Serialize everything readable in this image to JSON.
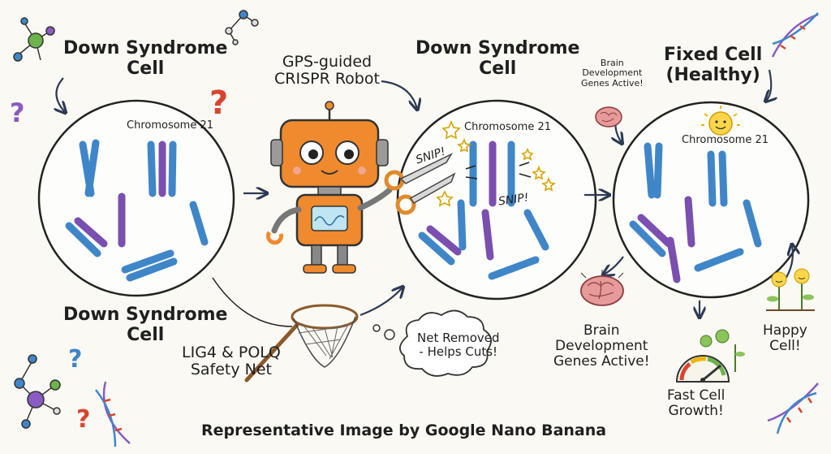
{
  "labels": {
    "ds_cell_top": [
      "Down Syndrome",
      "Cell"
    ],
    "ds_cell_bottom": [
      "Down Syndrome",
      "Cell"
    ],
    "ds_cell_middle": [
      "Down Syndrome",
      "Cell"
    ],
    "robot": [
      "GPS-guided",
      "CRISPR Robot"
    ],
    "fixed_cell": [
      "Fixed Cell",
      "(Healthy)"
    ],
    "chromosome": "Chromosome 21",
    "snip": "SNIP!",
    "brain_small": [
      "Brain",
      "Development",
      "Genes Active!"
    ],
    "brain_big": [
      "Brain",
      "Development",
      "Genes Active!"
    ],
    "safety_net": [
      "LIG4 & POLQ",
      "Safety Net"
    ],
    "net_removed": [
      "Net Removed",
      "- Helps Cuts!"
    ],
    "fast_growth": [
      "Fast Cell",
      "Growth!"
    ],
    "happy_cell": [
      "Happy",
      "Cell!"
    ],
    "caption": "Representative Image by Google Nano Banana"
  },
  "colors": {
    "chromosome_blue": "#3f86c9",
    "chromosome_purple": "#7a4fb0",
    "robot_orange": "#ef8a2e",
    "question_red": "#d8452f",
    "question_purple": "#8a5bc0",
    "brain_pink": "#e79a9a"
  },
  "icons": [
    "molecule-icon",
    "question-icon",
    "dna-icon",
    "robot-icon",
    "scissors-icon",
    "net-icon",
    "brain-icon",
    "sun-icon",
    "gauge-icon",
    "sprout-icon",
    "arrow-icon"
  ]
}
